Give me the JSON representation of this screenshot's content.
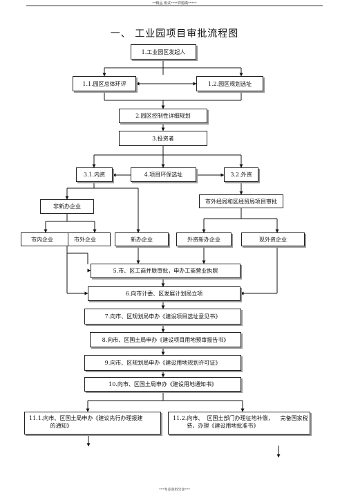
{
  "header": "**精品 练试****祥题确*****",
  "footer": "***专业资料分享***",
  "title": "一、  工业园项目审批流程图",
  "nodes": {
    "n1": "1.工业园区发起人",
    "n11": "1.1.园区总体环评",
    "n12": "1.2.园区规划选址",
    "n2": "2.园区控制性详细规划",
    "n3": "3.投资者",
    "n31": "3.1.内资",
    "n4": "4.项目环保选址",
    "n32": "3.2.外资",
    "non_new": "非新办企业",
    "foreign_approval": "市外经局和区经贸局项目审批",
    "city_inner": "市内企业",
    "city_outer": "市外企业",
    "new_enterprise": "新办企业",
    "foreign_new": "外资新办企业",
    "existing_foreign": "现外资企业",
    "n5": "5.市、区工商并联审批，申办工商营业执照",
    "n6": "6.向市计委、区发展计划局立项",
    "n7": "7.向市、区规划局申办《建设项目选址意见书》",
    "n8": "8.向市、区国土局申办《建设项目用地预审报告书》",
    "n9": "9.向市、区规划局申办《建设用地规划许可证》",
    "n10": "10.向市、区国土局申办《建设用地通知书》",
    "n111": "11.1.向市、区国土局申办《建议先行办理报建\n            的通知》",
    "n112": "11.2.向市、  区国土部门办理征地补偿，    完备国家税\n        费，办理《建设用地批准书》"
  }
}
